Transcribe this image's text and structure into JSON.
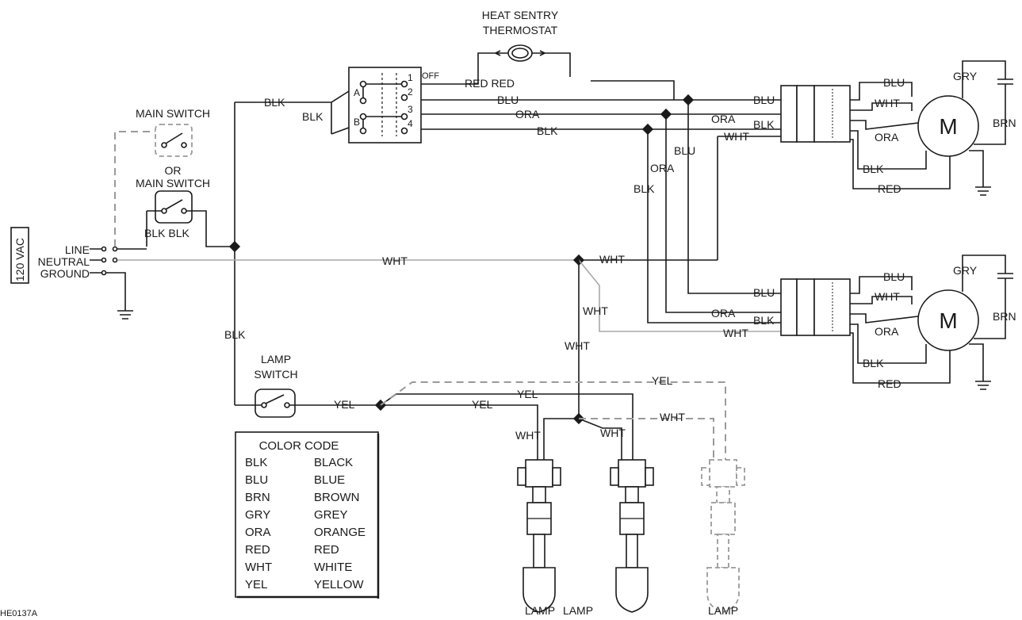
{
  "thermostat": {
    "line1": "HEAT SENTRY",
    "line2": "THERMOSTAT"
  },
  "selector": {
    "pos1": "1",
    "pos2": "2",
    "pos3": "3",
    "pos4": "4",
    "off": "OFF",
    "a": "A",
    "b": "B"
  },
  "supply": {
    "voltage": "120 VAC",
    "line": "LINE",
    "neutral": "NEUTRAL",
    "ground": "GROUND"
  },
  "switches": {
    "main1": "MAIN SWITCH",
    "or": "OR",
    "main2": "MAIN SWITCH",
    "lamp_line1": "LAMP",
    "lamp_line2": "SWITCH"
  },
  "motor": {
    "symbol": "M"
  },
  "wires": {
    "blk": "BLK",
    "blu": "BLU",
    "ora": "ORA",
    "wht": "WHT",
    "red": "RED",
    "yel": "YEL",
    "gry": "GRY",
    "brn": "BRN",
    "red_red": "RED RED",
    "blk_blk": "BLK BLK"
  },
  "lamps": {
    "lamp": "LAMP"
  },
  "color_code": {
    "title": "COLOR CODE",
    "rows": [
      {
        "code": "BLK",
        "name": "BLACK"
      },
      {
        "code": "BLU",
        "name": "BLUE"
      },
      {
        "code": "BRN",
        "name": "BROWN"
      },
      {
        "code": "GRY",
        "name": "GREY"
      },
      {
        "code": "ORA",
        "name": "ORANGE"
      },
      {
        "code": "RED",
        "name": "RED"
      },
      {
        "code": "WHT",
        "name": "WHITE"
      },
      {
        "code": "YEL",
        "name": "YELLOW"
      }
    ]
  },
  "figure_id": "HE0137A"
}
